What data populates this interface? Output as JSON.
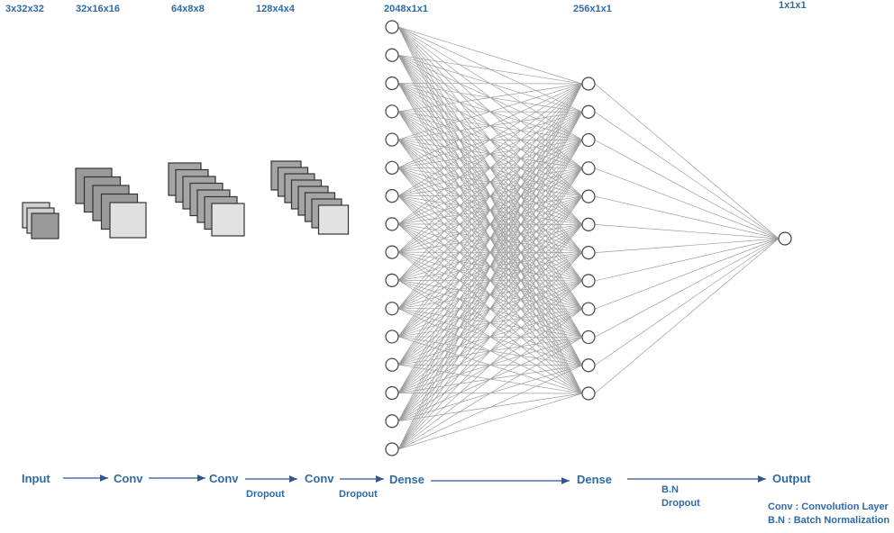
{
  "colors": {
    "accent": "#2f6aa8",
    "line": "#9e9e9e",
    "arrow": "#2f5597"
  },
  "layer_dims": [
    "3x32x32",
    "32x16x16",
    "64x8x8",
    "128x4x4",
    "2048x1x1",
    "256x1x1",
    "1x1x1"
  ],
  "flow_steps": [
    "Input",
    "Conv",
    "Conv",
    "Conv",
    "Dense",
    "Dense",
    "Output"
  ],
  "step_notes": {
    "after_conv2": "Dropout",
    "after_conv3": "Dropout",
    "after_dense2_line1": "B.N",
    "after_dense2_line2": "Dropout"
  },
  "legend": {
    "conv": "Conv : Convolution Layer",
    "bn": "B.N : Batch Normalization"
  },
  "dense_nodes_drawn": [
    16,
    12,
    1
  ]
}
